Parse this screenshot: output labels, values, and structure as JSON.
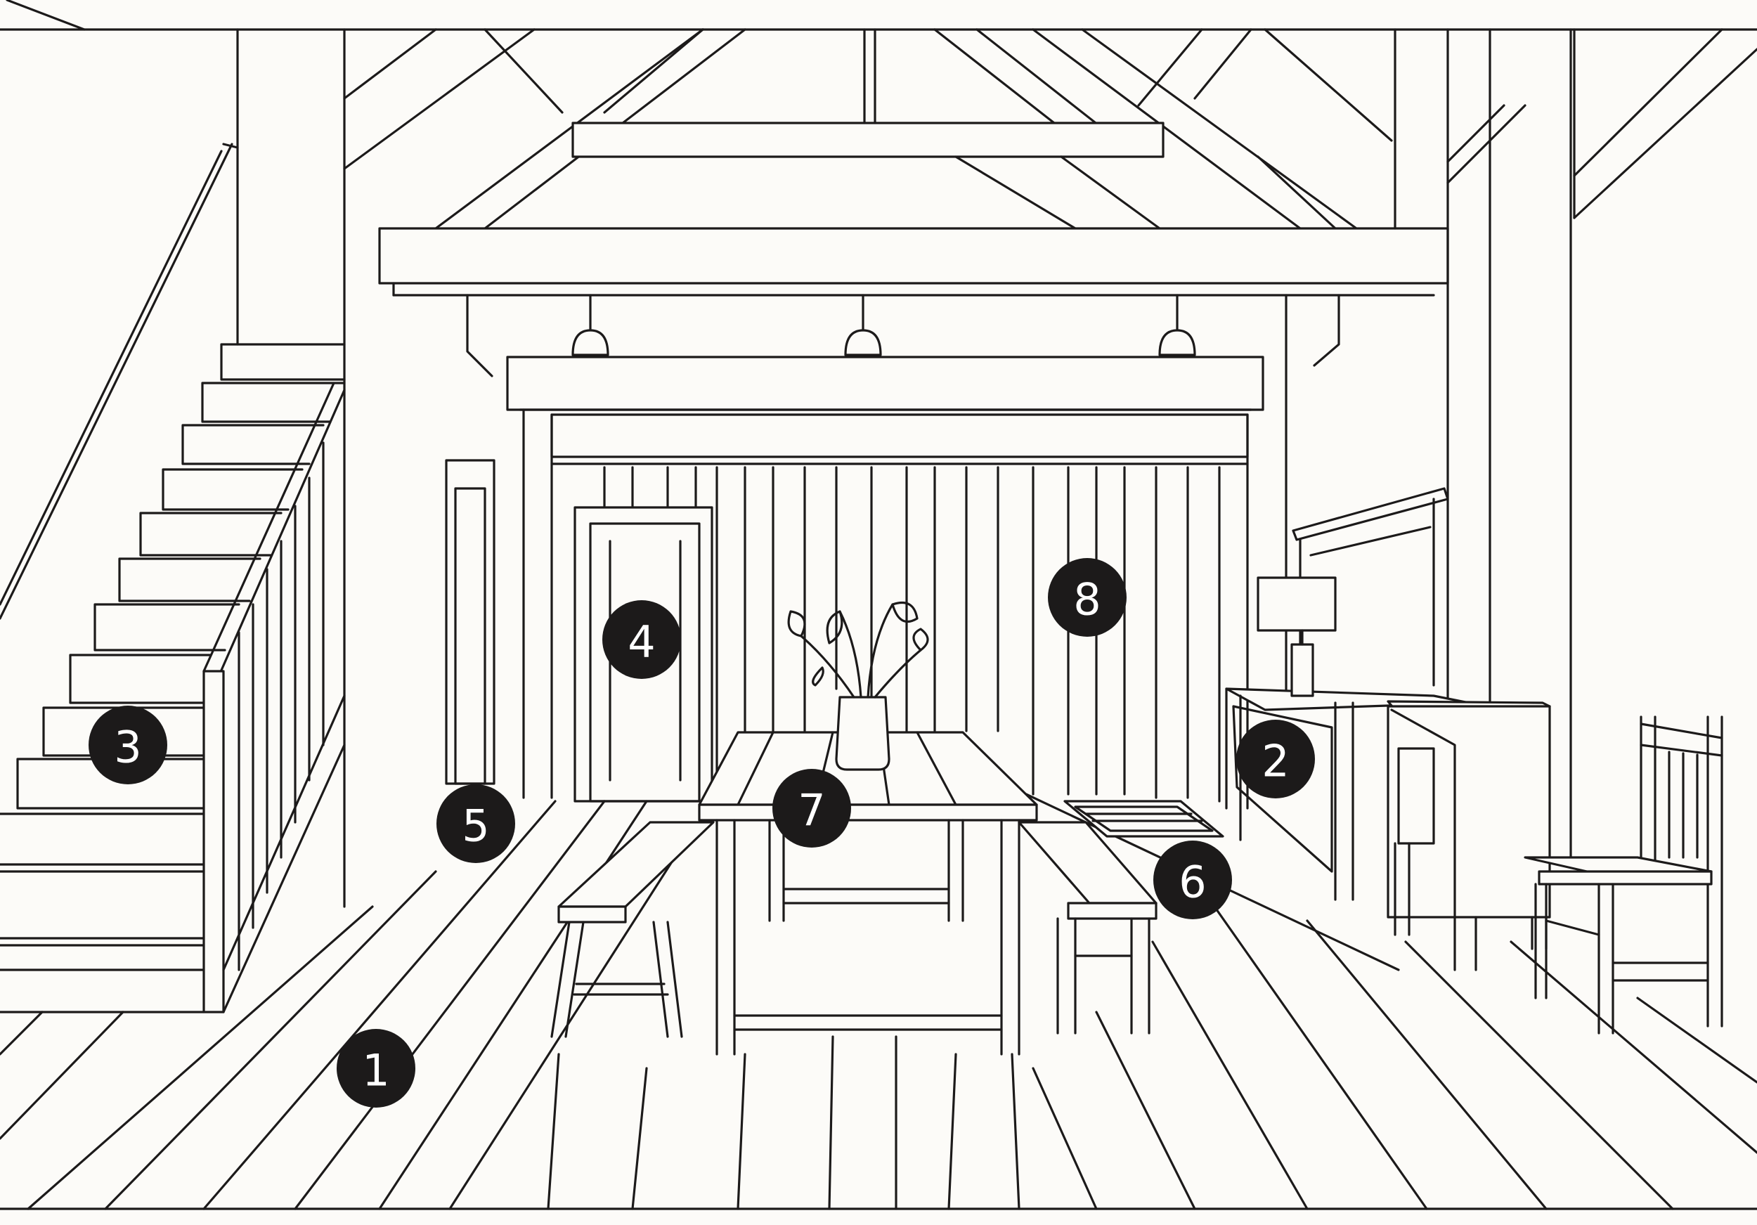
{
  "markers": [
    {
      "label": "1"
    },
    {
      "label": "2"
    },
    {
      "label": "3"
    },
    {
      "label": "4"
    },
    {
      "label": "5"
    },
    {
      "label": "6"
    },
    {
      "label": "7"
    },
    {
      "label": "8"
    }
  ],
  "colors": {
    "background": "#fcfbf8",
    "line": "#1c1a1a",
    "marker_fill": "#1c1a1a",
    "marker_text": "#ffffff"
  }
}
